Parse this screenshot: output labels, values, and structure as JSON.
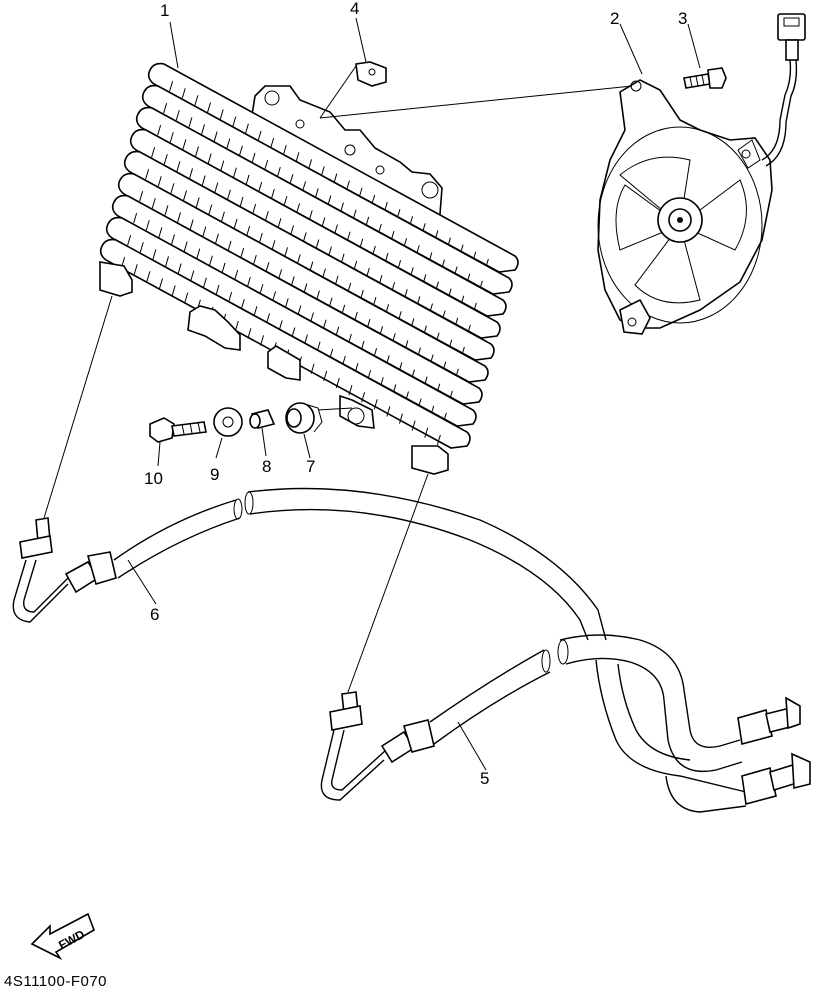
{
  "callouts": {
    "c1": "1",
    "c2": "2",
    "c3": "3",
    "c4": "4",
    "c5": "5",
    "c6": "6",
    "c7": "7",
    "c8": "8",
    "c9": "9",
    "c10": "10"
  },
  "fwd_label": "FWD",
  "reference_code": "4S11100-F070"
}
